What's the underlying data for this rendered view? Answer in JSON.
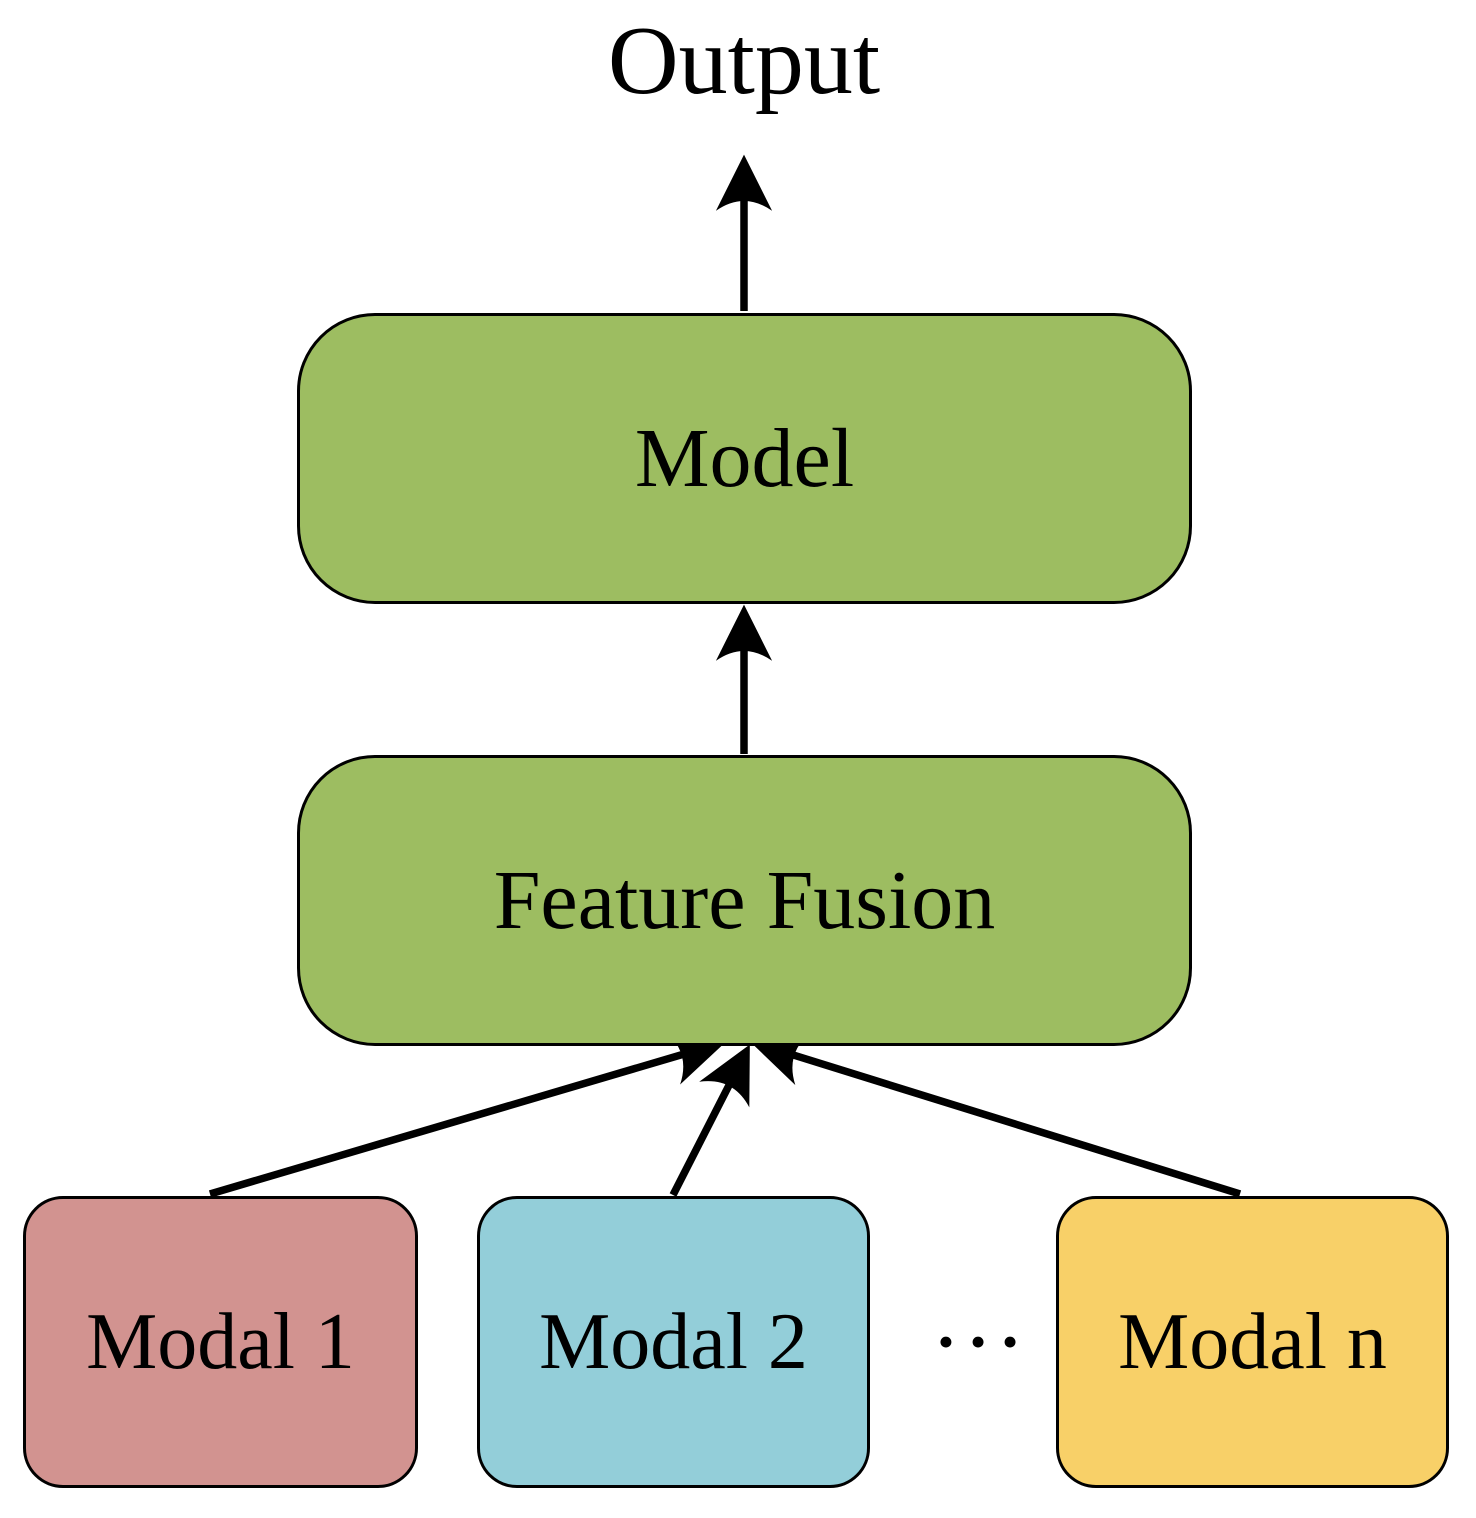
{
  "figure": {
    "output_label": "Output",
    "ellipsis_label": "•••",
    "nodes": {
      "model": {
        "label": "Model",
        "color": "#9dbd61"
      },
      "feature_fusion": {
        "label": "Feature Fusion",
        "color": "#9dbd61"
      },
      "modal_1": {
        "label": "Modal 1",
        "color": "#d29390"
      },
      "modal_2": {
        "label": "Modal 2",
        "color": "#93ced9"
      },
      "modal_n": {
        "label": "Modal n",
        "color": "#f8d068"
      }
    },
    "edges": [
      {
        "from": "model",
        "to": "output"
      },
      {
        "from": "feature_fusion",
        "to": "model"
      },
      {
        "from": "modal_1",
        "to": "feature_fusion"
      },
      {
        "from": "modal_2",
        "to": "feature_fusion"
      },
      {
        "from": "modal_n",
        "to": "feature_fusion"
      }
    ],
    "colors": {
      "arrow": "#000000",
      "node_border": "#000000",
      "background": "#ffffff"
    }
  }
}
